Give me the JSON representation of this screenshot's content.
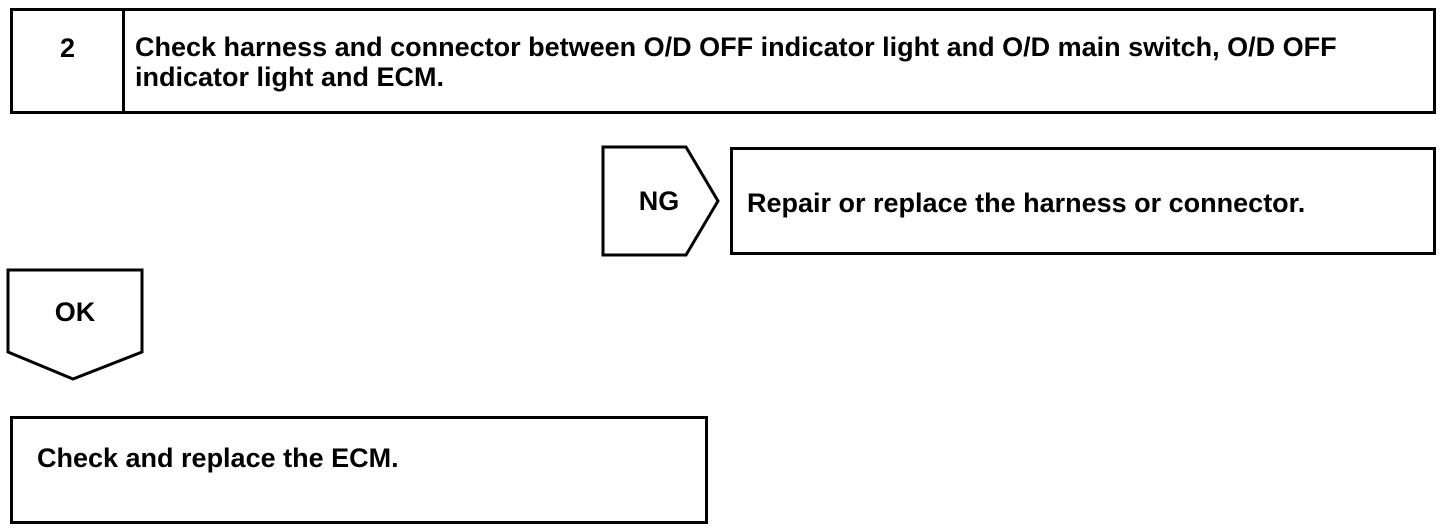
{
  "step": {
    "number": "2",
    "title": "Check harness and connector between O/D OFF indicator light and  O/D main switch, O/D OFF indicator light and ECM."
  },
  "ng_branch": {
    "label": "NG",
    "result": "Repair or replace the harness or connector."
  },
  "ok_branch": {
    "label": "OK",
    "result": "Check and replace the ECM."
  }
}
